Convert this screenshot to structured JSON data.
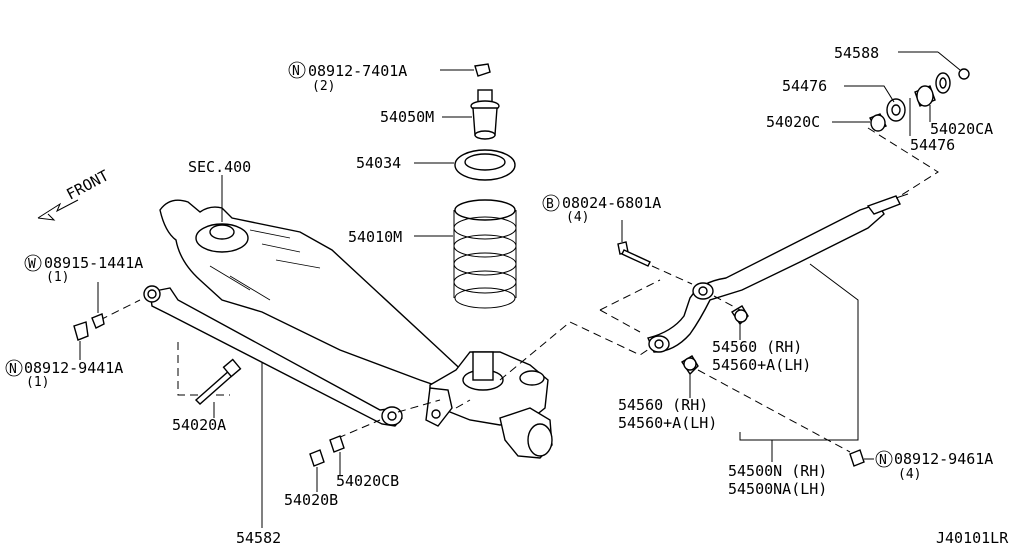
{
  "labels": {
    "front": "FRONT",
    "sec400": "SEC.400",
    "nut_top": "08912-7401A",
    "nut_top_qty": "(2)",
    "p54050m": "54050M",
    "p54034": "54034",
    "p54010m": "54010M",
    "w_08915": "08915-1441A",
    "w_08915_qty": "(1)",
    "n_08912_9441a": "08912-9441A",
    "n_08912_9441a_qty": "(1)",
    "p54020a": "54020A",
    "p54020cb": "54020CB",
    "p54020b": "54020B",
    "p54582": "54582",
    "b_08024": "08024-6801A",
    "b_08024_qty": "(4)",
    "p54588": "54588",
    "p54476_top": "54476",
    "p54020c": "54020C",
    "p54020ca": "54020CA",
    "p54476_bottom": "54476",
    "p54560_rh_a": "54560  (RH)",
    "p54560a_lh_a": "54560+A(LH)",
    "p54560_rh_b": "54560  (RH)",
    "p54560a_lh_b": "54560+A(LH)",
    "p54500n": "54500N  (RH)",
    "p54500na": "54500NA(LH)",
    "n_08912_9461a": "08912-9461A",
    "n_08912_9461a_qty": "(4)",
    "diagram_code": "J40101LR"
  },
  "symbols": {
    "nut": "N",
    "washer": "W",
    "bolt": "B"
  }
}
